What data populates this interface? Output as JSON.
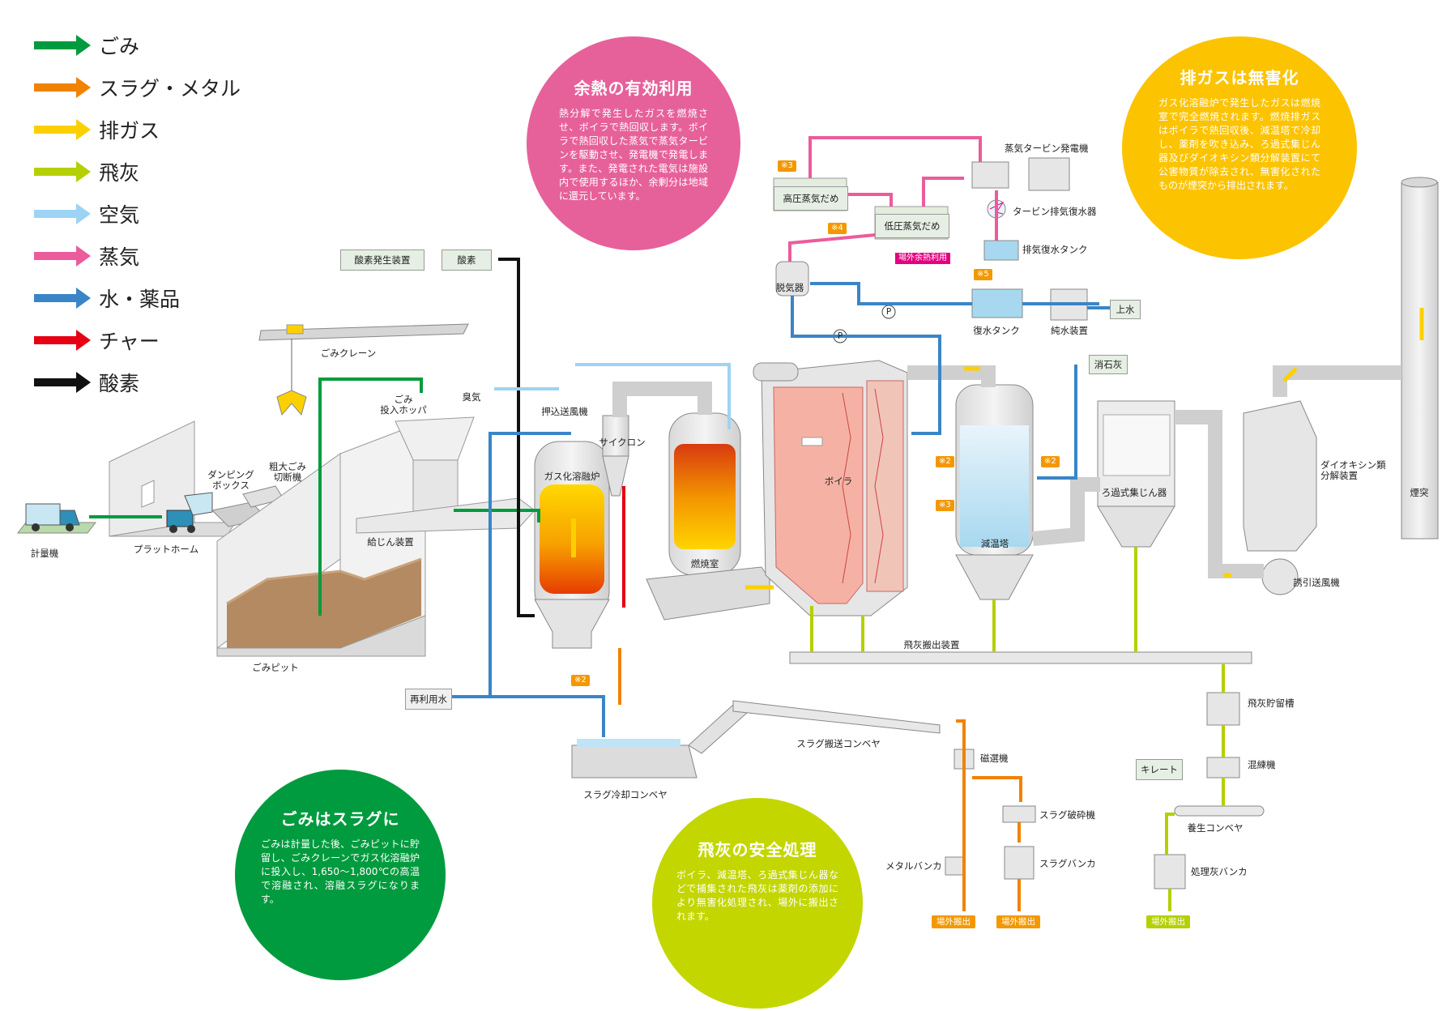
{
  "legend": [
    {
      "label": "ごみ",
      "color": "#009b3e"
    },
    {
      "label": "スラグ・メタル",
      "color": "#f08300"
    },
    {
      "label": "排ガス",
      "color": "#fcd000"
    },
    {
      "label": "飛灰",
      "color": "#b5cf00"
    },
    {
      "label": "空気",
      "color": "#9dd3f5"
    },
    {
      "label": "蒸気",
      "color": "#eb5c9c"
    },
    {
      "label": "水・薬品",
      "color": "#3a85c8"
    },
    {
      "label": "チャー",
      "color": "#e60012"
    },
    {
      "label": "酸素",
      "color": "#111111"
    }
  ],
  "bubbles": {
    "heat": {
      "title": "余熱の有効利用",
      "color": "#e6619a",
      "text": "熱分解で発生したガスを燃焼させ、ボイラで熱回収します。ボイラで熱回収した蒸気で蒸気タービンを駆動させ、発電機で発電します。また、発電された電気は施設内で使用するほか、余剰分は地域に還元しています。"
    },
    "gas": {
      "title": "排ガスは無害化",
      "color": "#fcc300",
      "text": "ガス化溶融炉で発生したガスは燃焼室で完全燃焼されます。燃焼排ガスはボイラで熱回収後、減温塔で冷却し、薬剤を吹き込み、ろ過式集じん器及びダイオキシン類分解装置にて公害物質が除去され、無害化されたものが煙突から排出されます。"
    },
    "slag": {
      "title": "ごみはスラグに",
      "color": "#009b3e",
      "text": "ごみは計量した後、ごみピットに貯留し、ごみクレーンでガス化溶融炉に投入し、1,650〜1,800℃の高温で溶融され、溶融スラグになります。"
    },
    "ash": {
      "title": "飛灰の安全処理",
      "color": "#c3d600",
      "text": "ボイラ、減温塔、ろ過式集じん器などで捕集された飛灰は薬剤の添加により無害化処理され、場外に搬出されます。"
    }
  },
  "labels": {
    "scale": "計量機",
    "platform": "プラットホーム",
    "dumping": "ダンピング\nボックス",
    "bulky": "粗大ごみ\n切断機",
    "crane": "ごみクレーン",
    "hopper": "ごみ\n投入ホッパ",
    "feeder": "給じん装置",
    "pit": "ごみピット",
    "o2_gen": "酸素発生装置",
    "o2": "酸素",
    "odor": "臭気",
    "fan_push": "押込送風機",
    "cyclone": "サイクロン",
    "melter": "ガス化溶融炉",
    "combustor": "燃焼室",
    "boiler": "ボイラ",
    "recycled_water": "再利用水",
    "slag_cool": "スラグ冷却コンベヤ",
    "slag_conv": "スラグ搬送コンベヤ",
    "magnet": "磁選機",
    "slag_crusher": "スラグ破砕機",
    "metal_bunker": "メタルバンカ",
    "slag_bunker": "スラグバンカ",
    "hp_steam": "高圧蒸気だめ",
    "lp_steam": "低圧蒸気だめ",
    "turbine": "蒸気タービン発電機",
    "condenser": "タービン排気復水器",
    "exh_tank": "排気復水タンク",
    "deaerator": "脱気器",
    "cond_tank": "復水タンク",
    "pure_water": "純水装置",
    "city_water": "上水",
    "outside_heat": "場外余熱利用",
    "cooling_tower": "減温塔",
    "slaked_lime": "消石灰",
    "bag_filter": "ろ過式集じん器",
    "dioxin": "ダイオキシン類\n分解装置",
    "induced_fan": "誘引送風機",
    "stack": "煙突",
    "ash_conv": "飛灰搬出装置",
    "ash_silo": "飛灰貯留槽",
    "kelate": "キレート",
    "mixer": "混練機",
    "cure_conv": "養生コンベヤ",
    "ash_bunker": "処理灰バンカ",
    "out1": "場外搬出",
    "out2": "場外搬出",
    "out3": "場外搬出",
    "n2a": "※2",
    "n2b": "※2",
    "n2c": "※2",
    "n3a": "※3",
    "n3b": "※3",
    "n4": "※4",
    "n5": "※5",
    "p1": "P",
    "p2": "P"
  }
}
